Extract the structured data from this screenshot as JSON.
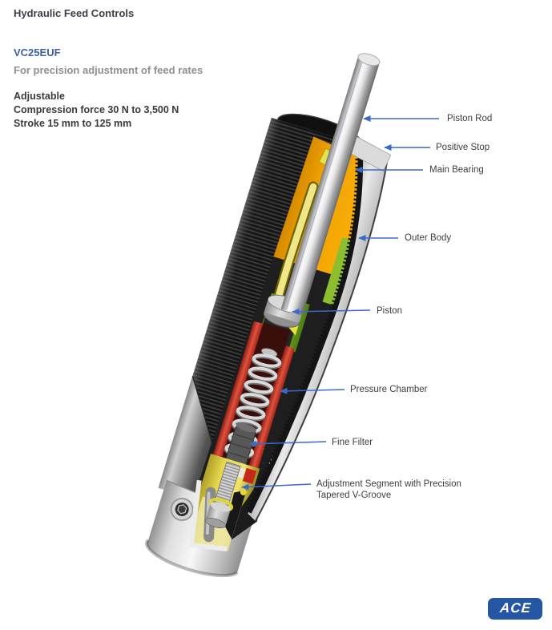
{
  "header": {
    "title": "Hydraulic Feed Controls"
  },
  "product": {
    "code": "VC25EUF",
    "description": "For precision adjustment of feed rates",
    "spec_lines": [
      "Adjustable",
      "Compression force 30 N to 3,500 N",
      "Stroke 15 mm to 125 mm"
    ]
  },
  "diagram": {
    "arrow_color": "#3A6BC8",
    "labels": [
      {
        "id": "piston-rod",
        "text": "Piston Rod"
      },
      {
        "id": "positive-stop",
        "text": "Positive Stop"
      },
      {
        "id": "main-bearing",
        "text": "Main Bearing"
      },
      {
        "id": "outer-body",
        "text": "Outer Body"
      },
      {
        "id": "piston",
        "text": "Piston"
      },
      {
        "id": "pressure-chamber",
        "text": "Pressure Chamber"
      },
      {
        "id": "fine-filter",
        "text": "Fine Filter"
      },
      {
        "id": "adjustment-segment",
        "text": "Adjustment Segment with Precision Tapered V-Groove"
      }
    ],
    "part_colors": {
      "outer_body_thread": "#1A1A1A",
      "main_bearing": "#F0A000",
      "inner_tube": "#EFE687",
      "piston_green": "#7FBC2E",
      "pressure_chamber": "#D2402F",
      "spring": "#D9D9D9",
      "fine_filter": "#575757",
      "adjustment_segment": "#E6D84E",
      "piston_rod": "#E8E8E8",
      "end_cap": "#F0F0F0"
    }
  },
  "footer": {
    "logo_text": "ACE",
    "logo_color": "#2456A4"
  }
}
